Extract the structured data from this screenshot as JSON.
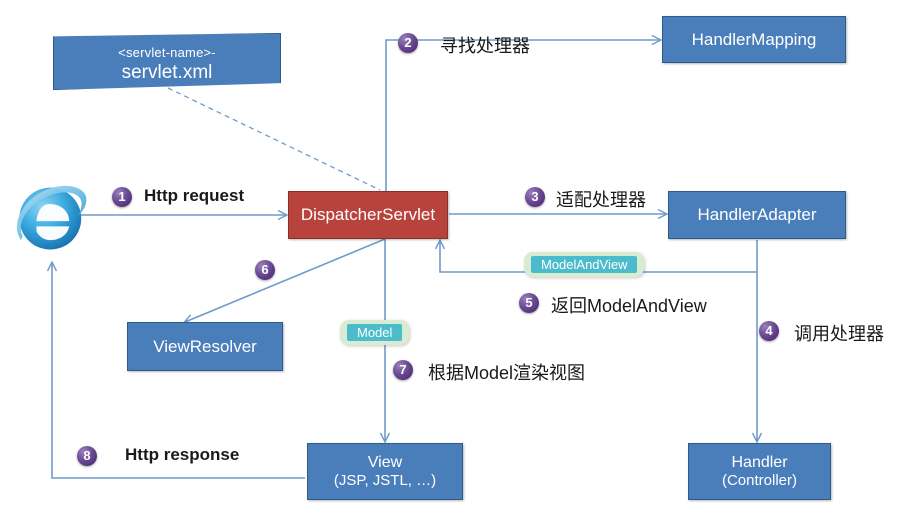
{
  "diagram": {
    "title": "Spring MVC request processing flow",
    "colors": {
      "blue_fill": "#4a7ebb",
      "blue_border": "#2e5c8a",
      "red_fill": "#b8423c",
      "red_border": "#8c2f2a",
      "tag_outer": "#d8ecd2",
      "tag_inner": "#4bbccb",
      "step_bullet": "#5b3a86",
      "connector": "#6f9bc8",
      "background": "#ffffff"
    },
    "nodes": {
      "servlet_xml": {
        "line1": "<servlet-name>-",
        "line2": "servlet.xml",
        "shape": "document-wave",
        "fill": "#4a7ebb"
      },
      "dispatcher_servlet": {
        "label": "DispatcherServlet",
        "fill": "#b8423c"
      },
      "handler_mapping": {
        "label": "HandlerMapping",
        "fill": "#4a7ebb"
      },
      "handler_adapter": {
        "label": "HandlerAdapter",
        "fill": "#4a7ebb"
      },
      "view_resolver": {
        "label": "ViewResolver",
        "fill": "#4a7ebb"
      },
      "view": {
        "line1": "View",
        "line2": "(JSP, JSTL, …)",
        "fill": "#4a7ebb"
      },
      "handler": {
        "line1": "Handler",
        "line2": "(Controller)",
        "fill": "#4a7ebb"
      },
      "browser": {
        "label": "internet-explorer-browser"
      }
    },
    "tags": [
      {
        "id": "model-and-view",
        "text": "ModelAndView"
      },
      {
        "id": "model",
        "text": "Model"
      }
    ],
    "steps": [
      {
        "num": "1",
        "label": "Http request",
        "lang": "en"
      },
      {
        "num": "2",
        "label": "寻找处理器",
        "lang": "cn"
      },
      {
        "num": "3",
        "label": "适配处理器",
        "lang": "cn"
      },
      {
        "num": "4",
        "label": "调用处理器",
        "lang": "cn"
      },
      {
        "num": "5",
        "label": "返回ModelAndView",
        "lang": "cn"
      },
      {
        "num": "6",
        "label": "",
        "lang": "cn"
      },
      {
        "num": "7",
        "label": "根据Model渲染视图",
        "lang": "cn"
      },
      {
        "num": "8",
        "label": "Http response",
        "lang": "en"
      }
    ]
  }
}
